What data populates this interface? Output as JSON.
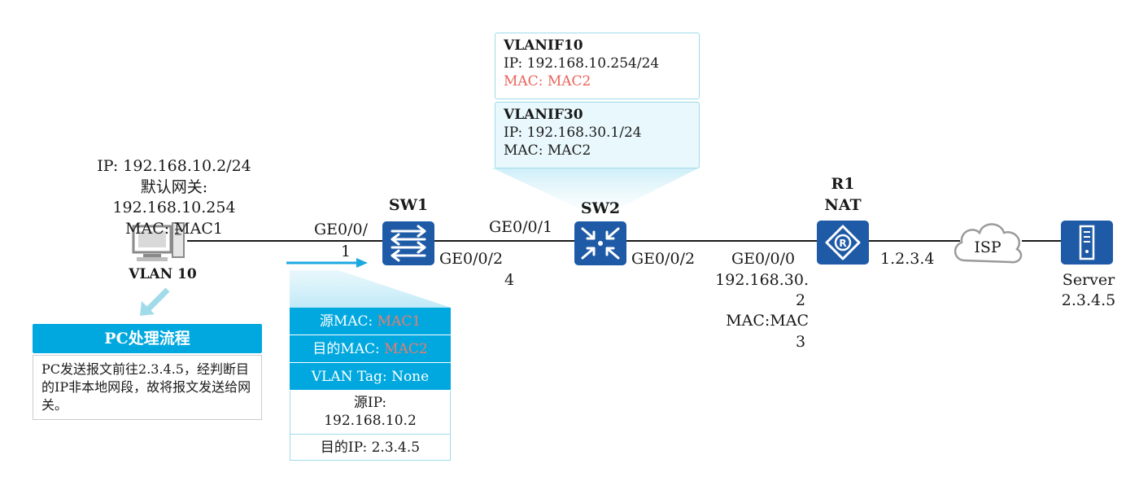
{
  "pc": {
    "ip": "IP: 192.168.10.2/24",
    "gateway_label": "默认网关:",
    "gateway": "192.168.10.254",
    "mac": "MAC: MAC1",
    "vlan": "VLAN 10"
  },
  "process": {
    "title": "PC处理流程",
    "body": "PC发送报文前往2.3.4.5，经判断目的IP非本地网段，故将报文发送给网关。"
  },
  "sw1": {
    "name": "SW1",
    "port_left_a": "GE0/0/",
    "port_left_b": "1",
    "port_right_a": "GE0/0/2",
    "port_right_b": "4"
  },
  "sw2": {
    "name": "SW2",
    "port_left": "GE0/0/1",
    "port_right": "GE0/0/2"
  },
  "vlanif10": {
    "name": "VLANIF10",
    "ip": "IP: 192.168.10.254/24",
    "mac": "MAC: MAC2"
  },
  "vlanif30": {
    "name": "VLANIF30",
    "ip": "IP: 192.168.30.1/24",
    "mac": "MAC: MAC2"
  },
  "r1": {
    "name": "R1",
    "role": "NAT",
    "port": "GE0/0/0",
    "ip_a": "192.168.30.",
    "ip_b": "2",
    "mac_a": "MAC:MAC",
    "mac_b": "3",
    "wan_ip": "1.2.3.4"
  },
  "isp": {
    "label": "ISP"
  },
  "server": {
    "name": "Server",
    "ip": "2.3.4.5"
  },
  "frame": {
    "src_mac_label": "源MAC: ",
    "src_mac_value": "MAC1",
    "dst_mac_label": "目的MAC: ",
    "dst_mac_value": "MAC2",
    "vlan_tag": "VLAN Tag: None",
    "src_ip_label": "源IP:",
    "src_ip_value": "192.168.10.2",
    "dst_ip": "目的IP: 2.3.4.5"
  },
  "colors": {
    "device_blue": "#1f5aa6",
    "accent_cyan": "#00a8df",
    "mac_red": "#e8645a"
  }
}
